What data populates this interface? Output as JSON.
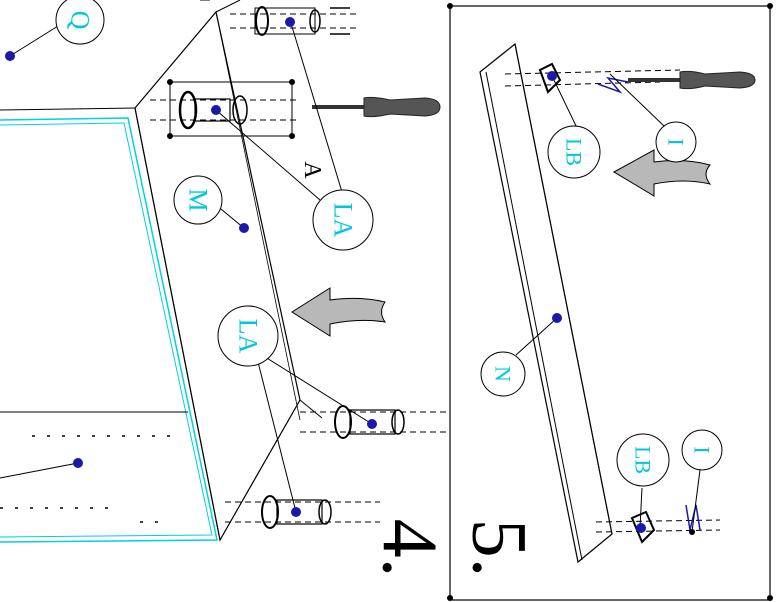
{
  "steps": {
    "step4": {
      "number": "4."
    },
    "step5": {
      "number": "5."
    }
  },
  "labels": {
    "q": "Q",
    "m": "M",
    "la_top": "LA",
    "la_bottom": "LA",
    "a": "A",
    "lb_top": "LB",
    "lb_bottom": "LB",
    "i_top": "I",
    "i_bottom": "I",
    "n": "N"
  },
  "colors": {
    "label_text": "#00c8d8",
    "marker": "#1a1aa6",
    "panel_edge": "#00d0e0",
    "arrow_fill": "#b8b8b8",
    "screwdriver": "#555555"
  },
  "icons": [
    "screwdriver-icon",
    "cam-lock-icon",
    "insert-arrow-icon"
  ]
}
